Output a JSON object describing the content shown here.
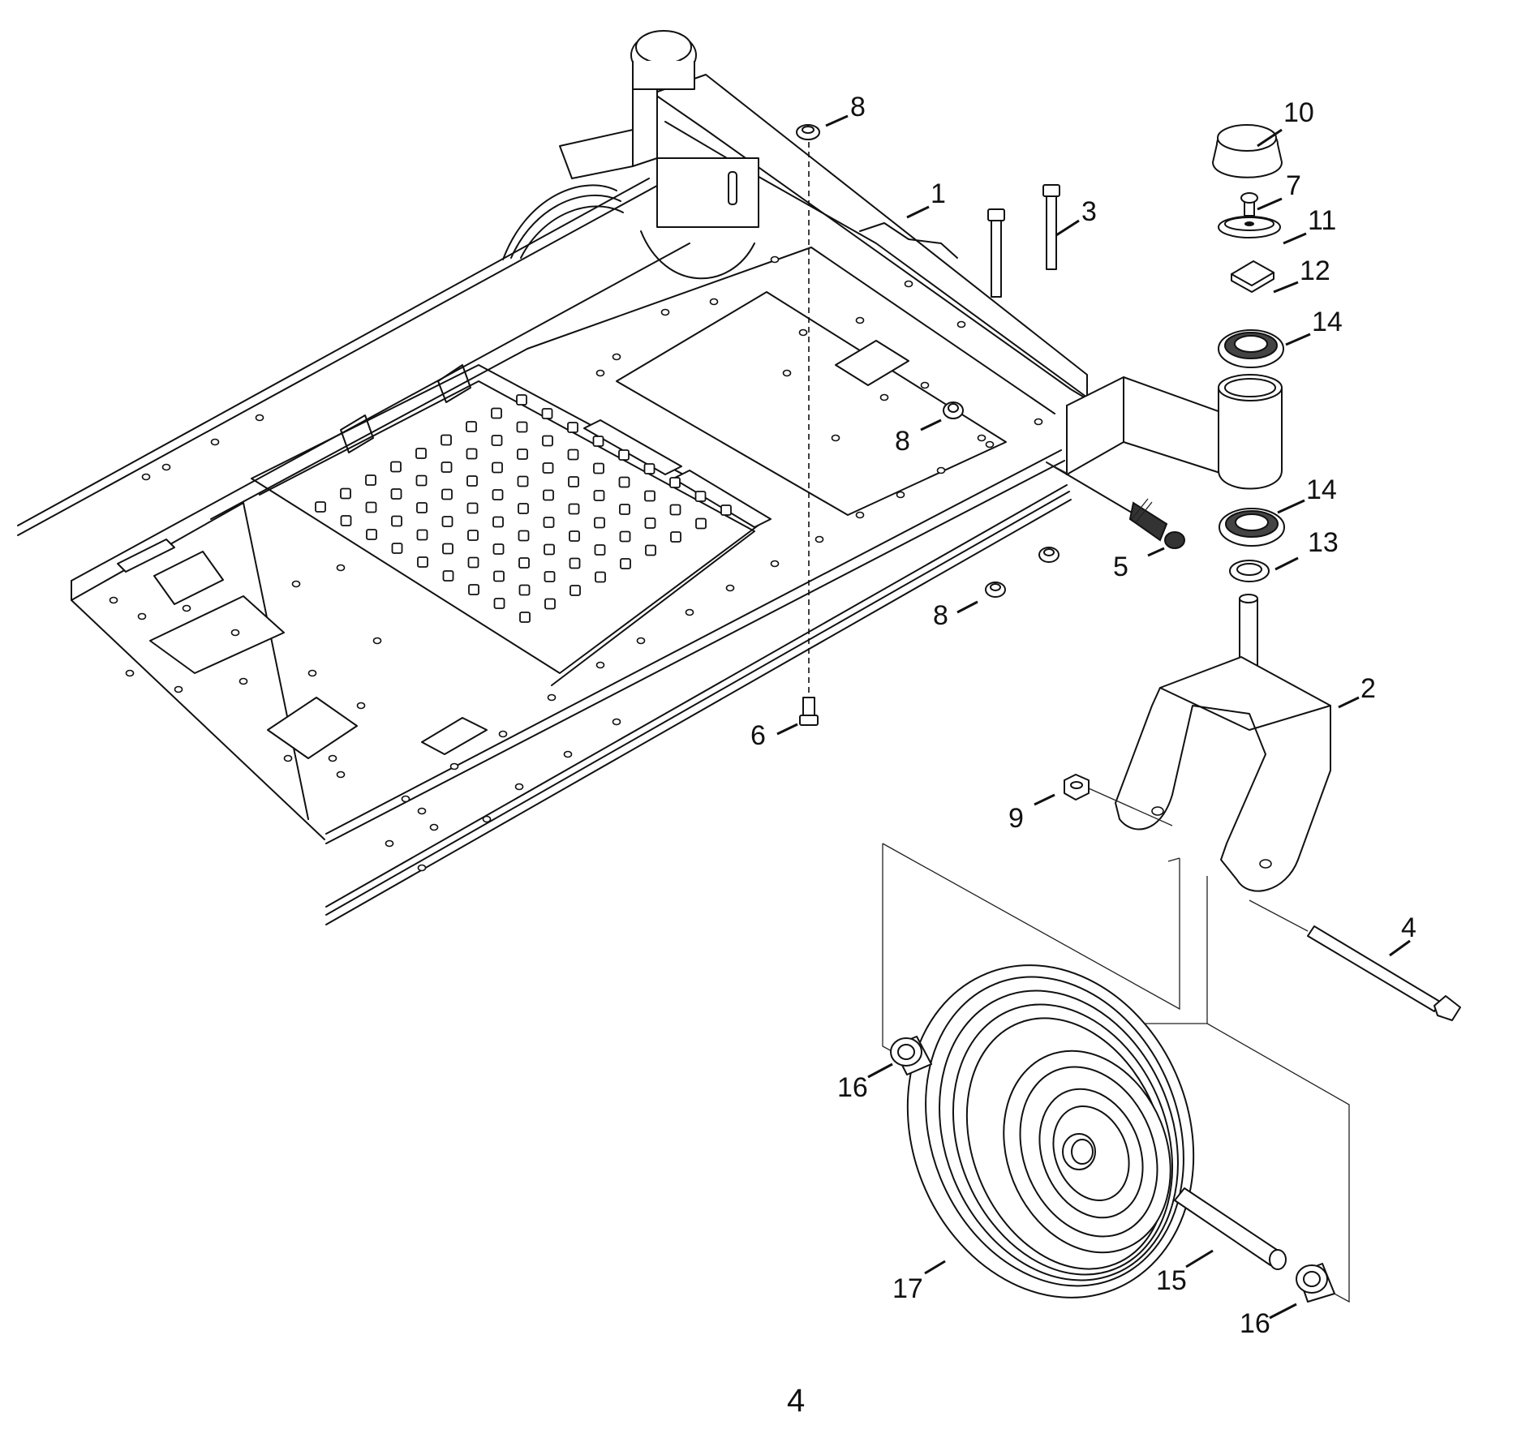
{
  "callouts": [
    {
      "id": "c1",
      "label": "1"
    },
    {
      "id": "c2",
      "label": "2"
    },
    {
      "id": "c3",
      "label": "3"
    },
    {
      "id": "c4",
      "label": "4"
    },
    {
      "id": "c5",
      "label": "5"
    },
    {
      "id": "c6",
      "label": "6"
    },
    {
      "id": "c7",
      "label": "7"
    },
    {
      "id": "c8a",
      "label": "8"
    },
    {
      "id": "c8b",
      "label": "8"
    },
    {
      "id": "c8c",
      "label": "8"
    },
    {
      "id": "c9",
      "label": "9"
    },
    {
      "id": "c10",
      "label": "10"
    },
    {
      "id": "c11",
      "label": "11"
    },
    {
      "id": "c12",
      "label": "12"
    },
    {
      "id": "c13",
      "label": "13"
    },
    {
      "id": "c14a",
      "label": "14"
    },
    {
      "id": "c14b",
      "label": "14"
    },
    {
      "id": "c15",
      "label": "15"
    },
    {
      "id": "c16a",
      "label": "16"
    },
    {
      "id": "c16b",
      "label": "16"
    },
    {
      "id": "c17",
      "label": "17"
    }
  ],
  "page_number": "4"
}
